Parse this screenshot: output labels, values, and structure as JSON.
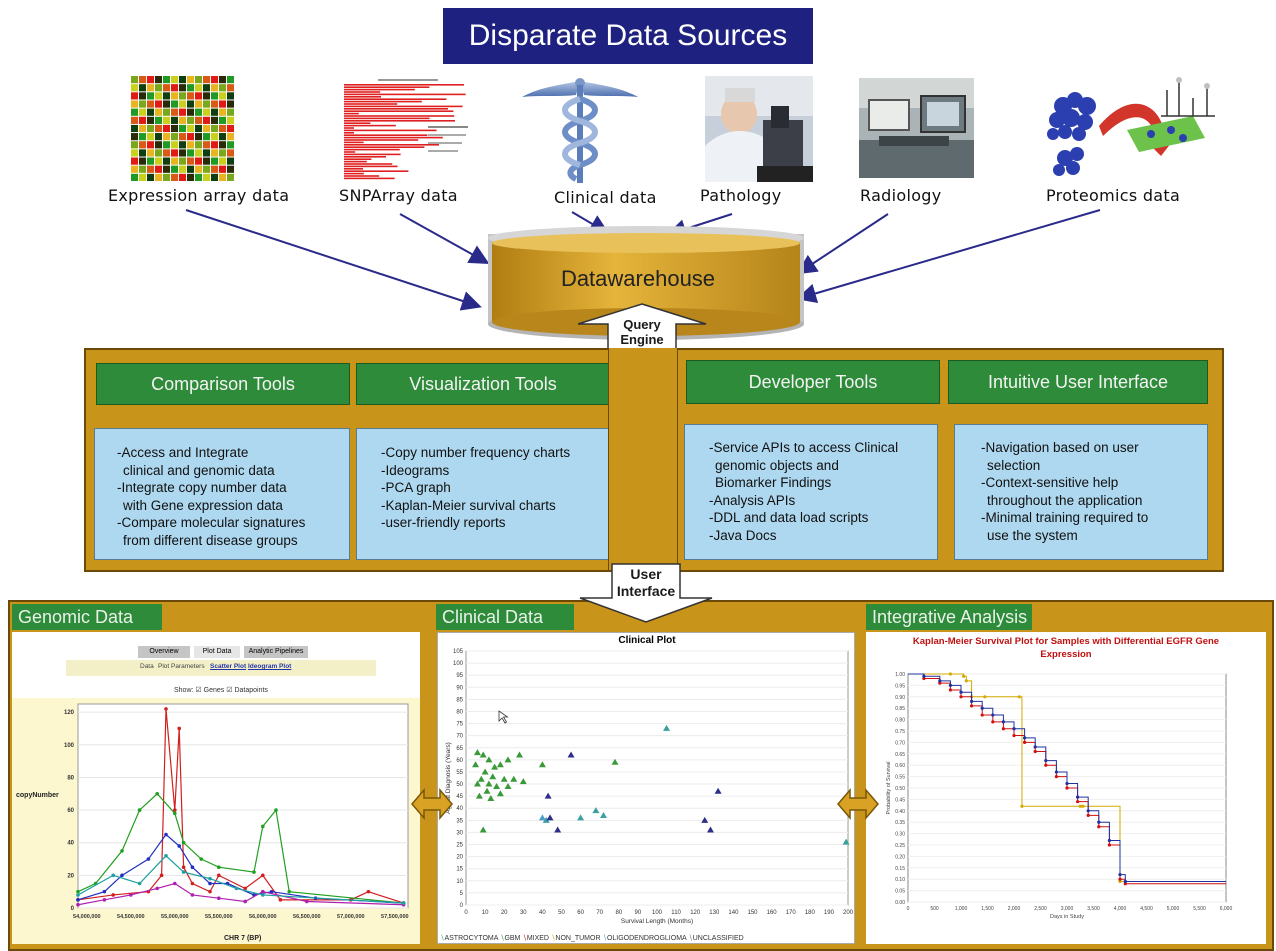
{
  "title": "Disparate Data Sources",
  "sources": [
    {
      "label": "Expression array data"
    },
    {
      "label": "SNPArray data"
    },
    {
      "label": "Clinical data"
    },
    {
      "label": "Pathology"
    },
    {
      "label": "Radiology"
    },
    {
      "label": "Proteomics data"
    }
  ],
  "warehouse": {
    "label": "Datawarehouse"
  },
  "query_engine": {
    "line1": "Query",
    "line2": "Engine"
  },
  "user_interface": {
    "line1": "User",
    "line2": "Interface"
  },
  "tools": [
    {
      "title": "Comparison Tools",
      "items": [
        "-Access and Integrate",
        "  clinical and genomic data",
        "-Integrate copy number data",
        "  with Gene expression data",
        "-Compare molecular signatures",
        "  from different disease groups"
      ]
    },
    {
      "title": "Visualization Tools",
      "items": [
        "-Copy number frequency charts",
        "-Ideograms",
        "-PCA graph",
        "-Kaplan-Meier survival charts",
        "-user-friendly reports"
      ]
    },
    {
      "title": "Developer Tools",
      "items": [
        "-Service APIs to access Clinical",
        "  genomic objects and",
        "  Biomarker Findings",
        "-Analysis APIs",
        "-DDL and data load scripts",
        "-Java Docs"
      ]
    },
    {
      "title": "Intuitive User Interface",
      "items": [
        "-Navigation based on user",
        "  selection",
        "-Context-sensitive help",
        "  throughout the application",
        "-Minimal training required to",
        "  use the system"
      ]
    }
  ],
  "panels": {
    "genomic": {
      "title": "Genomic Data",
      "tabs": [
        "Overview",
        "Plot Data",
        "Analytic Pipelines"
      ],
      "subtabs": [
        "Data",
        "Plot Parameters",
        "Scatter Plot",
        "Ideogram Plot"
      ],
      "show_row": {
        "show": "Show:",
        "genes": "Genes",
        "datapoints": "Datapoints"
      },
      "ylabel": "copyNumber",
      "xlabel": "CHR 7 (BP)",
      "yticks": [
        "120",
        "100",
        "80",
        "60",
        "40",
        "20",
        "0"
      ],
      "xticks": [
        "54,000,000",
        "54,500,000",
        "55,000,000",
        "55,500,000",
        "56,000,000",
        "56,500,000",
        "57,000,000",
        "57,500,000"
      ]
    },
    "clinical": {
      "title": "Clinical Data",
      "plot_title": "Clinical Plot",
      "ylabel": "Age at Diagnosis (Years)",
      "xlabel": "Survival Length (Months)",
      "legend": [
        "ASTROCYTOMA",
        "GBM",
        "MIXED",
        "NON_TUMOR",
        "OLIGODENDROGLIOMA",
        "UNCLASSIFIED"
      ]
    },
    "integrative": {
      "title": "Integrative Analysis",
      "plot_title_line1": "Kaplan-Meier Survival Plot for Samples with Differential EGFR Gene",
      "plot_title_line2": "Expression",
      "ylabel": "Probability of Survival",
      "xlabel": "Days in Study"
    }
  },
  "chart_data": [
    {
      "type": "scatter",
      "title": "Clinical Plot",
      "xlabel": "Survival Length (Months)",
      "ylabel": "Age at Diagnosis (Years)",
      "xlim": [
        0,
        200
      ],
      "ylim": [
        0,
        105
      ],
      "xticks": [
        0,
        10,
        20,
        30,
        40,
        50,
        60,
        70,
        80,
        90,
        100,
        110,
        120,
        130,
        140,
        150,
        160,
        170,
        180,
        190,
        200
      ],
      "yticks": [
        0,
        5,
        10,
        15,
        20,
        25,
        30,
        35,
        40,
        45,
        50,
        55,
        60,
        65,
        70,
        75,
        80,
        85,
        90,
        95,
        100,
        105
      ],
      "series": [
        {
          "name": "GBM",
          "color": "#3a9a3a",
          "points": [
            [
              6,
              63
            ],
            [
              9,
              62
            ],
            [
              5,
              58
            ],
            [
              12,
              60
            ],
            [
              18,
              58
            ],
            [
              22,
              60
            ],
            [
              28,
              62
            ],
            [
              15,
              57
            ],
            [
              10,
              55
            ],
            [
              14,
              53
            ],
            [
              20,
              52
            ],
            [
              8,
              52
            ],
            [
              6,
              50
            ],
            [
              12,
              50
            ],
            [
              16,
              49
            ],
            [
              25,
              52
            ],
            [
              30,
              51
            ],
            [
              11,
              47
            ],
            [
              7,
              45
            ],
            [
              13,
              44
            ],
            [
              22,
              49
            ],
            [
              18,
              46
            ],
            [
              9,
              31
            ],
            [
              40,
              58
            ],
            [
              78,
              59
            ]
          ]
        },
        {
          "name": "ASTROCYTOMA",
          "color": "#3aa0a0",
          "points": [
            [
              42,
              35
            ],
            [
              60,
              36
            ],
            [
              68,
              39
            ],
            [
              72,
              37
            ],
            [
              105,
              73
            ],
            [
              199,
              26
            ]
          ]
        },
        {
          "name": "MIXED",
          "color": "#2d2e8a",
          "points": [
            [
              55,
              62
            ],
            [
              43,
              45
            ],
            [
              44,
              36
            ],
            [
              48,
              31
            ],
            [
              125,
              35
            ],
            [
              128,
              31
            ],
            [
              132,
              47
            ]
          ]
        },
        {
          "name": "OLIGODENDROGLIOMA",
          "color": "#4aa0c8",
          "points": [
            [
              40,
              36
            ]
          ]
        }
      ]
    },
    {
      "type": "line",
      "title": "Kaplan-Meier Survival Plot for Samples with Differential EGFR Gene Expression",
      "xlabel": "Days in Study",
      "ylabel": "Probability of Survival",
      "xlim": [
        0,
        6000
      ],
      "ylim": [
        0,
        1
      ],
      "xticks": [
        "0",
        "500",
        "1,000",
        "1,500",
        "2,000",
        "2,500",
        "3,000",
        "3,500",
        "4,000",
        "4,500",
        "5,000",
        "5,500",
        "6,000"
      ],
      "yticks": [
        "0.00",
        "0.05",
        "0.10",
        "0.15",
        "0.20",
        "0.25",
        "0.30",
        "0.35",
        "0.40",
        "0.45",
        "0.50",
        "0.55",
        "0.60",
        "0.65",
        "0.70",
        "0.75",
        "0.80",
        "0.85",
        "0.90",
        "0.95",
        "1.00"
      ],
      "series": [
        {
          "color": "#d4aa00",
          "x": [
            0,
            800,
            1050,
            1100,
            1200,
            1450,
            2100,
            2150,
            3250,
            3300,
            4000,
            4100,
            6000
          ],
          "y": [
            1.0,
            1.0,
            0.99,
            0.97,
            0.9,
            0.9,
            0.9,
            0.42,
            0.42,
            0.42,
            0.09,
            0.09,
            0.09
          ]
        },
        {
          "color": "#d01010",
          "x": [
            0,
            300,
            600,
            800,
            1000,
            1200,
            1400,
            1600,
            1800,
            2000,
            2200,
            2400,
            2600,
            2800,
            3000,
            3200,
            3400,
            3600,
            3800,
            4000,
            4100,
            6000
          ],
          "y": [
            1.0,
            0.98,
            0.96,
            0.93,
            0.9,
            0.86,
            0.82,
            0.79,
            0.76,
            0.73,
            0.7,
            0.66,
            0.6,
            0.55,
            0.5,
            0.44,
            0.38,
            0.33,
            0.25,
            0.1,
            0.08,
            0.08
          ]
        },
        {
          "color": "#2030a0",
          "x": [
            0,
            300,
            600,
            800,
            1000,
            1200,
            1400,
            1600,
            1800,
            2000,
            2200,
            2400,
            2600,
            2800,
            3000,
            3200,
            3400,
            3600,
            3800,
            4000,
            4100,
            6000
          ],
          "y": [
            1.0,
            0.99,
            0.97,
            0.95,
            0.92,
            0.88,
            0.85,
            0.82,
            0.79,
            0.76,
            0.72,
            0.68,
            0.62,
            0.57,
            0.52,
            0.46,
            0.4,
            0.35,
            0.27,
            0.12,
            0.09,
            0.09
          ]
        }
      ]
    },
    {
      "type": "line",
      "title": "",
      "xlabel": "CHR 7 (BP)",
      "ylabel": "copyNumber",
      "xlim": [
        53900000,
        57650000
      ],
      "ylim": [
        0,
        125
      ],
      "series": [
        {
          "color": "#d22020",
          "x": [
            53900000,
            54300000,
            54700000,
            54850000,
            54900000,
            55000000,
            55050000,
            55100000,
            55200000,
            55400000,
            55500000,
            55800000,
            56000000,
            56200000,
            57000000,
            57200000,
            57600000
          ],
          "y": [
            5,
            8,
            10,
            20,
            122,
            60,
            110,
            25,
            15,
            10,
            20,
            12,
            20,
            5,
            5,
            10,
            3
          ]
        },
        {
          "color": "#20a020",
          "x": [
            53900000,
            54100000,
            54400000,
            54600000,
            54800000,
            55000000,
            55100000,
            55300000,
            55500000,
            55900000,
            56000000,
            56150000,
            56300000,
            57600000
          ],
          "y": [
            10,
            15,
            35,
            60,
            70,
            58,
            40,
            30,
            25,
            22,
            50,
            60,
            10,
            3
          ]
        },
        {
          "color": "#2030c0",
          "x": [
            53900000,
            54200000,
            54400000,
            54700000,
            54900000,
            55050000,
            55200000,
            55400000,
            55600000,
            55900000,
            56100000,
            56600000,
            57600000
          ],
          "y": [
            5,
            10,
            20,
            30,
            45,
            38,
            25,
            15,
            15,
            8,
            10,
            6,
            3
          ]
        },
        {
          "color": "#b020b0",
          "x": [
            53900000,
            54200000,
            54500000,
            54800000,
            55000000,
            55200000,
            55500000,
            55800000,
            56000000,
            56500000,
            57600000
          ],
          "y": [
            2,
            5,
            8,
            12,
            15,
            8,
            6,
            4,
            10,
            4,
            2
          ]
        },
        {
          "color": "#20a0a0",
          "x": [
            53900000,
            54300000,
            54600000,
            54900000,
            55100000,
            55400000,
            55700000,
            56000000,
            57600000
          ],
          "y": [
            8,
            20,
            15,
            32,
            22,
            18,
            12,
            8,
            3
          ]
        }
      ]
    }
  ]
}
